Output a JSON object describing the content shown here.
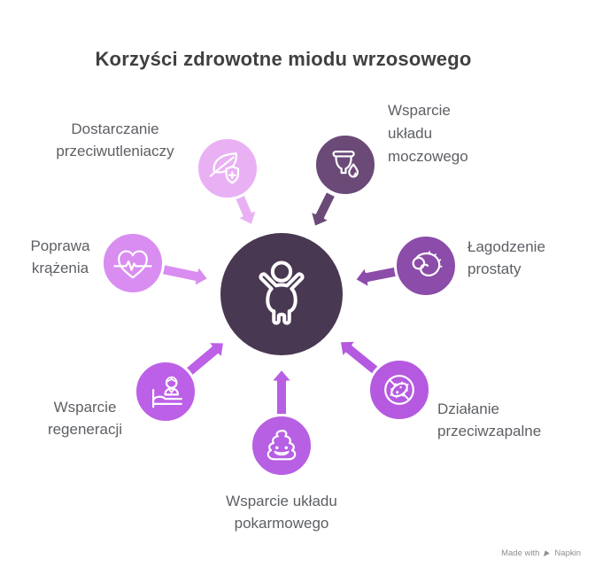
{
  "title": "Korzyści zdrowotne miodu wrzosowego",
  "colors": {
    "background": "#ffffff",
    "title_text": "#404040",
    "label_text": "#5c5f64",
    "watermark_text": "#8e8e8e"
  },
  "center": {
    "color": "#493852",
    "icon": "person-arms-up-icon"
  },
  "benefits": [
    {
      "name": "antioxidants",
      "lines": [
        "Dostarczanie",
        "przeciwutleniaczy"
      ],
      "color": "#e9b1f4",
      "icon": "leaf-shield-icon"
    },
    {
      "name": "urinary",
      "lines": [
        "Wsparcie",
        "układu",
        "moczowego"
      ],
      "color": "#6b4a78",
      "icon": "cup-droplet-icon"
    },
    {
      "name": "circulation",
      "lines": [
        "Poprawa",
        "krążenia"
      ],
      "color": "#d98df0",
      "icon": "heart-pulse-icon"
    },
    {
      "name": "prostate",
      "lines": [
        "Łagodzenie",
        "prostaty"
      ],
      "color": "#8c4ca9",
      "icon": "prostate-organ-icon"
    },
    {
      "name": "regeneration",
      "lines": [
        "Wsparcie",
        "regeneracji"
      ],
      "color": "#bd60e8",
      "icon": "person-bed-icon"
    },
    {
      "name": "anti-inflammatory",
      "lines": [
        "Działanie",
        "przeciwzapalne"
      ],
      "color": "#b55ae0",
      "icon": "bacteria-crossed-icon"
    },
    {
      "name": "digestive",
      "lines": [
        "Wsparcie układu",
        "pokarmowego"
      ],
      "color": "#b760e3",
      "icon": "poop-icon"
    }
  ],
  "watermark": {
    "made_with": "Made with",
    "brand": "Napkin"
  }
}
